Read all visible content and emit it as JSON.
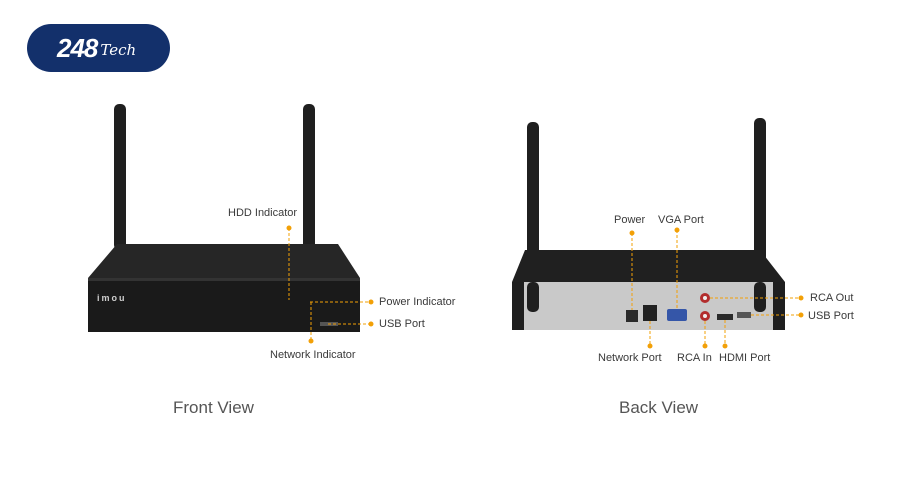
{
  "logo": {
    "number": "248",
    "suffix": "Tech"
  },
  "front": {
    "title": "Front View",
    "brand": "imou",
    "labels": {
      "hdd": "HDD Indicator",
      "power": "Power Indicator",
      "usb": "USB Port",
      "network": "Network Indicator"
    }
  },
  "back": {
    "title": "Back View",
    "labels": {
      "power": "Power",
      "vga": "VGA Port",
      "rca_out": "RCA Out",
      "usb": "USB Port",
      "network": "Network Port",
      "rca_in": "RCA In",
      "hdmi": "HDMI Port"
    }
  },
  "colors": {
    "accent": "#f2a007",
    "brand_bg": "#13306b",
    "device": "#1c1c1c",
    "panel": "#c9c9c9"
  }
}
